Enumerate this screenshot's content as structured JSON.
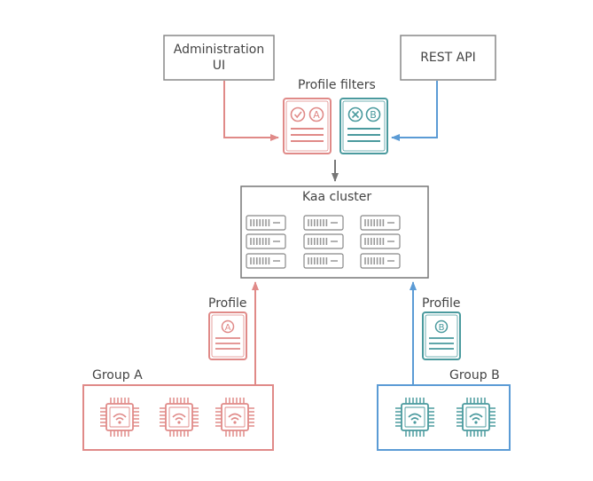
{
  "nodes": {
    "admin_ui": {
      "line1": "Administration",
      "line2": "UI"
    },
    "rest_api": {
      "label": "REST API"
    },
    "profile_filters": {
      "label": "Profile filters"
    },
    "kaa_cluster": {
      "label": "Kaa cluster"
    },
    "profile_a": {
      "label": "Profile"
    },
    "profile_b": {
      "label": "Profile"
    },
    "group_a": {
      "label": "Group A"
    },
    "group_b": {
      "label": "Group B"
    }
  },
  "badges": {
    "a": "A",
    "b": "B"
  },
  "colors": {
    "red": "#e08a88",
    "blue": "#5b9bd5",
    "teal": "#4a9a9e",
    "gray": "#777777",
    "dark": "#444444"
  },
  "icons": {
    "filter_a": "check-and-A-icon",
    "filter_b": "x-and-B-icon",
    "server": "server-rack-icon",
    "device": "wifi-chip-icon"
  }
}
